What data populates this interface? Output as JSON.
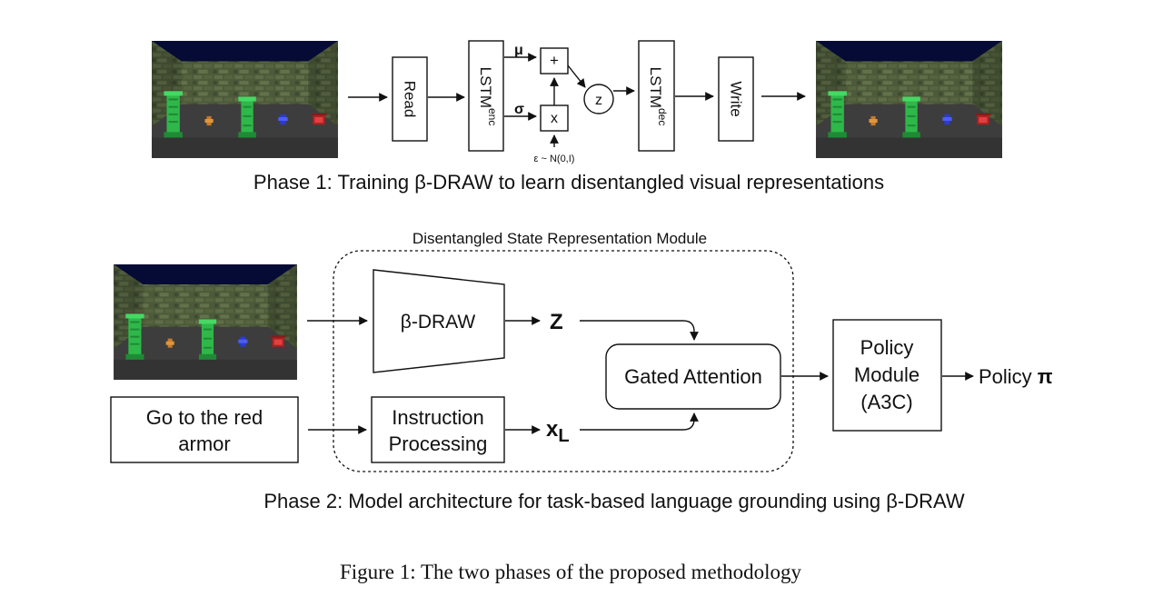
{
  "phase1": {
    "caption": "Phase 1: Training β-DRAW to learn disentangled visual representations",
    "read": "Read",
    "lstm_enc": "LSTM",
    "lstm_enc_sub": "enc",
    "mu": "μ",
    "sigma": "σ",
    "plus": "+",
    "times": "x",
    "z": "z",
    "epsilon": "ε ~ N(0,I)",
    "lstm_dec": "LSTM",
    "lstm_dec_sub": "dec",
    "write": "Write"
  },
  "phase2": {
    "module_title": "Disentangled State Representation Module",
    "beta_draw": "β-DRAW",
    "z_symbol": "Z",
    "instruction_line1": "Go to the red",
    "instruction_line2": "armor",
    "instr_proc_line1": "Instruction",
    "instr_proc_line2": "Processing",
    "x_symbol": "x",
    "x_sub": "L",
    "gated_attention": "Gated Attention",
    "policy_module_line1": "Policy",
    "policy_module_line2": "Module",
    "policy_module_line3": "(A3C)",
    "policy_label": "Policy",
    "pi_symbol": "π",
    "caption": "Phase 2: Model architecture for task-based language grounding using β-DRAW"
  },
  "figure_caption": "Figure 1: The two phases of the proposed methodology"
}
